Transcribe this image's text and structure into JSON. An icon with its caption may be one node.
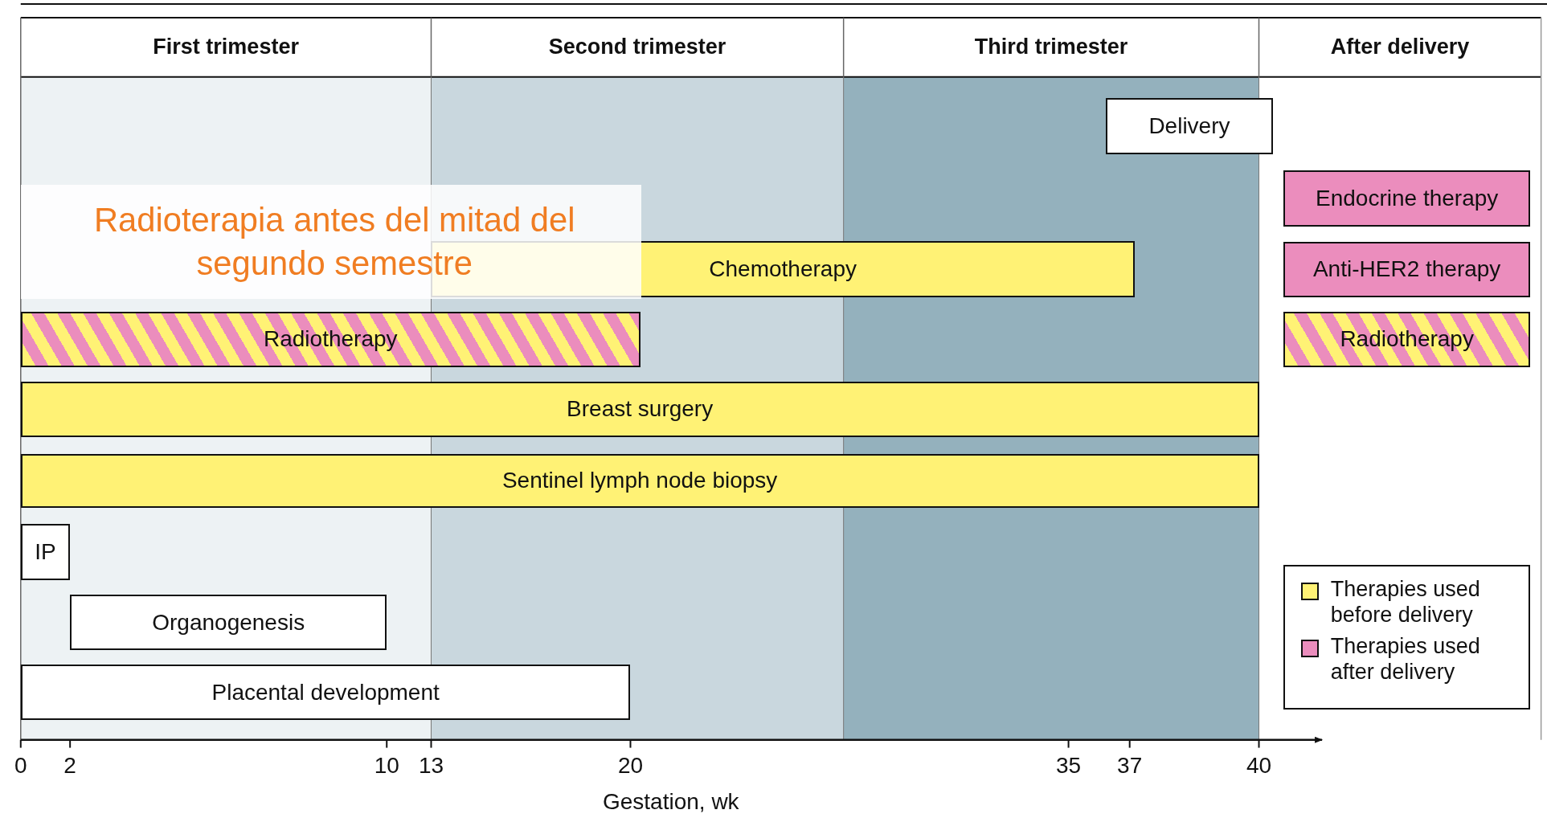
{
  "diagram": {
    "nodes": [
      {
        "text": [
          "Delivery"
        ]
      },
      {
        "text": [
          "Endocrine therapy"
        ]
      },
      {
        "text": [
          "Chemotherapy"
        ]
      },
      {
        "text": [
          "Anti-HER2 therapy"
        ]
      },
      {
        "text": [
          "Radiotherapy"
        ]
      },
      {
        "text": [
          "Radiotherapy"
        ]
      },
      {
        "text": [
          "Breast surgery"
        ]
      },
      {
        "text": [
          "Sentinel lymph node biopsy"
        ]
      },
      {
        "text": [
          "IP"
        ]
      },
      {
        "text": [
          "Organogenesis"
        ]
      },
      {
        "text": [
          "Placental development"
        ]
      }
    ],
    "labels": [
      "First trimester",
      "Second trimester",
      "Third trimester",
      "After delivery",
      "Radioterapia antes del mitad del segundo semestre",
      "0",
      "2",
      "10",
      "13",
      "20",
      "35",
      "37",
      "40",
      "Gestation, wk"
    ],
    "legend": [
      {
        "text": "Therapies used before delivery",
        "color": "#fff275"
      },
      {
        "text": "Therapies used after delivery",
        "color": "#eb8dbd"
      }
    ]
  }
}
